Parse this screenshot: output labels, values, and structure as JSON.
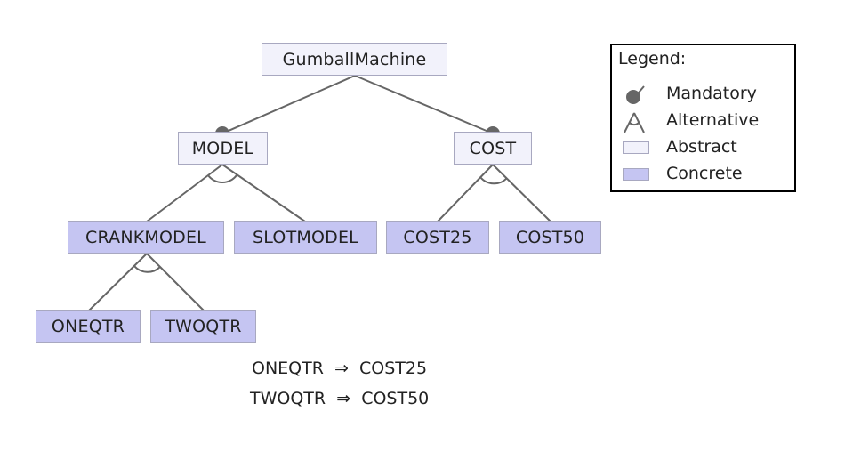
{
  "nodes": {
    "root": "GumballMachine",
    "model": "MODEL",
    "cost": "COST",
    "crankmodel": "CRANKMODEL",
    "slotmodel": "SLOTMODEL",
    "cost25": "COST25",
    "cost50": "COST50",
    "oneqtr": "ONEQTR",
    "twoqtr": "TWOQTR"
  },
  "constraints": [
    "ONEQTR  ⇒  COST25",
    "TWOQTR  ⇒  COST50"
  ],
  "legend": {
    "title": "Legend:",
    "mandatory": "Mandatory",
    "alternative": "Alternative",
    "abstract": "Abstract",
    "concrete": "Concrete"
  },
  "colors": {
    "abstract_fill": "#f2f2fb",
    "concrete_fill": "#c5c5f2",
    "node_border": "#a8a8c0",
    "edge": "#666666",
    "mandatory_dot": "#666666"
  }
}
